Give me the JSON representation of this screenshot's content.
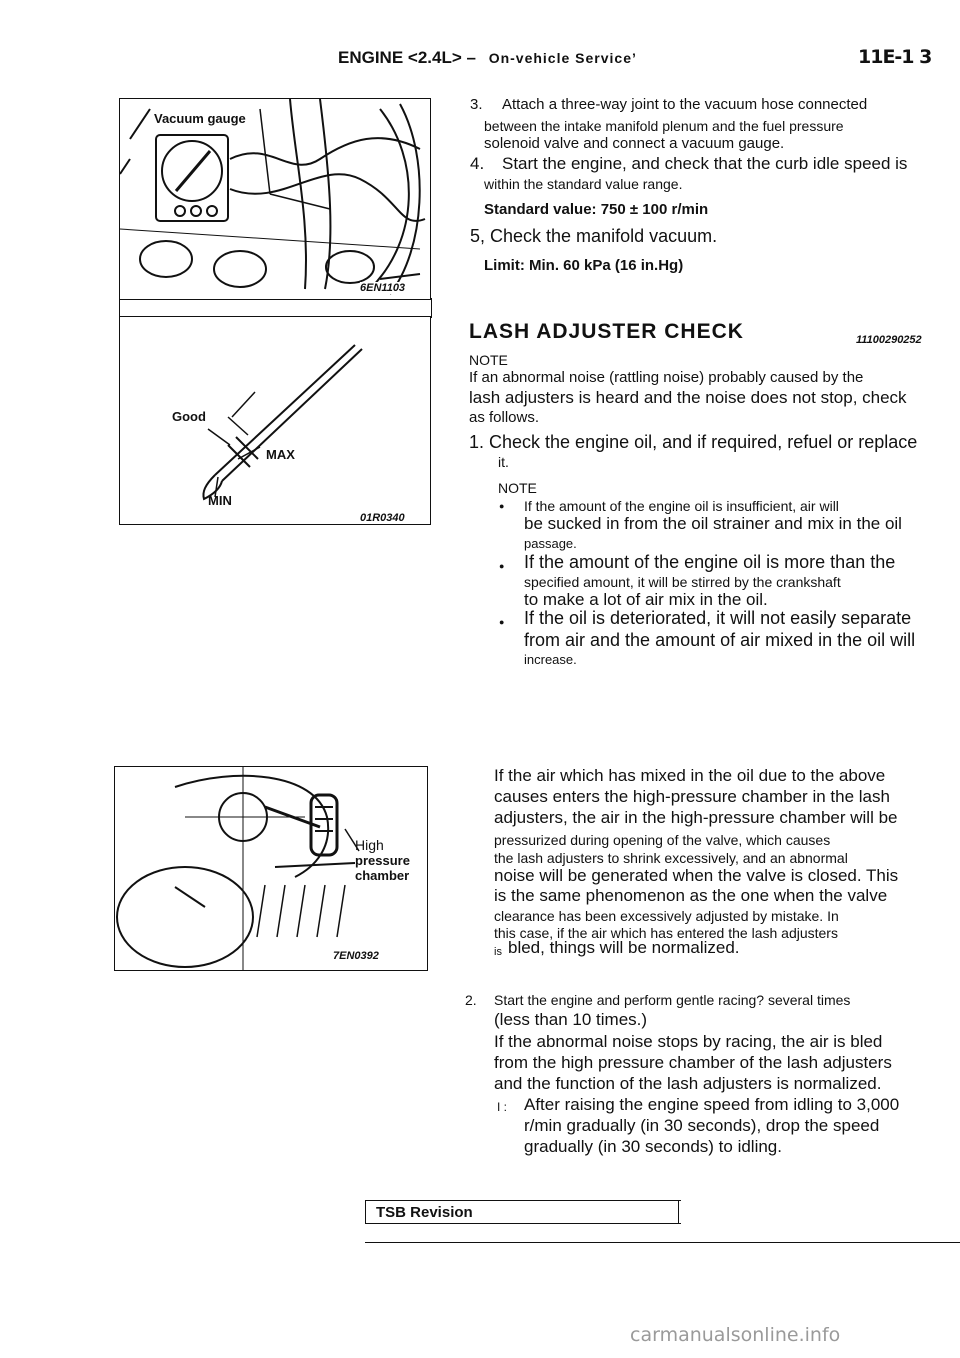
{
  "header": {
    "title": "ENGINE <2.4L> –",
    "subtitle": "On-vehicle Service’",
    "page_number": "11E-1 3"
  },
  "figures": {
    "fig1": {
      "label": "Vacuum gauge",
      "code": "6EN1103"
    },
    "fig2": {
      "label_good": "Good",
      "label_max": "MAX",
      "label_min": "MIN",
      "code": "01R0340"
    },
    "fig3": {
      "label_high": "High",
      "label_pressure": "pressure",
      "label_chamber": "chamber",
      "code": "7EN0392"
    }
  },
  "content": {
    "s3_num": "3.",
    "s3_l1": "Attach a three-way joint to the vacuum hose connected",
    "s3_l2": "between the intake manifold plenum and the fuel pressure",
    "s3_l3": "solenoid valve and connect a vacuum gauge.",
    "s4_num": "4.",
    "s4_l1": "Start the engine, and check that the curb idle speed is",
    "s4_l2": "within the standard value range.",
    "std_value": "Standard value: 750 ± 100 r/min",
    "s5": "5, Check the manifold vacuum.",
    "limit": "Limit: Min. 60 kPa (16 in.Hg)",
    "lash_heading": "LASH ADJUSTER CHECK",
    "lash_code": "11100290252",
    "note1": "NOTE",
    "note_l1": "If an abnormal noise (rattling noise) probably caused by the",
    "note_l2": "lash adjusters is heard and the noise does not stop, check",
    "note_l3": "as follows.",
    "c1_l1": "1. Check the engine oil, and if required, refuel or replace",
    "c1_l2": "it.",
    "note2": "NOTE",
    "b1_l1": "If the amount of the engine oil is insufficient, air will",
    "b1_l2": "be sucked in from the oil strainer and mix in the oil",
    "b1_l3": "passage.",
    "b2_l1": "If the amount of the engine oil is more than the",
    "b2_l2": "specified amount, it will be stirred by the crankshaft",
    "b2_l3": "to make a lot of air mix in the oil.",
    "b3_l1": "If the oil is deteriorated, it will not easily separate",
    "b3_l2": "from air and the amount of air mixed in the oil will",
    "b3_l3": "increase.",
    "p_l1": "If the air which has mixed in the oil due to the above",
    "p_l2": "causes enters the high-pressure chamber in the lash",
    "p_l3": "adjusters, the air in the high-pressure chamber will be",
    "p_l4": "pressurized during opening of the valve, which causes",
    "p_l5": "the lash adjusters to shrink excessively, and an abnormal",
    "p_l6": "noise will be generated when the valve is closed. This",
    "p_l7": "is the same phenomenon as the one when the valve",
    "p_l8": "clearance has been excessively adjusted by mistake. In",
    "p_l9": "this case, if the air which has entered the lash adjusters",
    "p_l10a": "is",
    "p_l10b": "bled, things will be normalized.",
    "c2_num": "2.",
    "c2_l1": "Start the engine and perform gentle racing? several times",
    "c2_l2": "(less than 10 times.)",
    "c2_l3": "If the abnormal noise stops by racing, the air is bled",
    "c2_l4": "from the high pressure chamber of the lash adjusters",
    "c2_l5": "and the function of the lash adjusters is normalized.",
    "c2_l6m": "I :",
    "c2_l6": "After raising the engine speed from idling to 3,000",
    "c2_l7": "r/min gradually (in 30 seconds), drop the speed",
    "c2_l8": "gradually (in 30 seconds) to idling."
  },
  "footer": {
    "tsb": "TSB Revision",
    "watermark": "carmanualsonline.info"
  }
}
